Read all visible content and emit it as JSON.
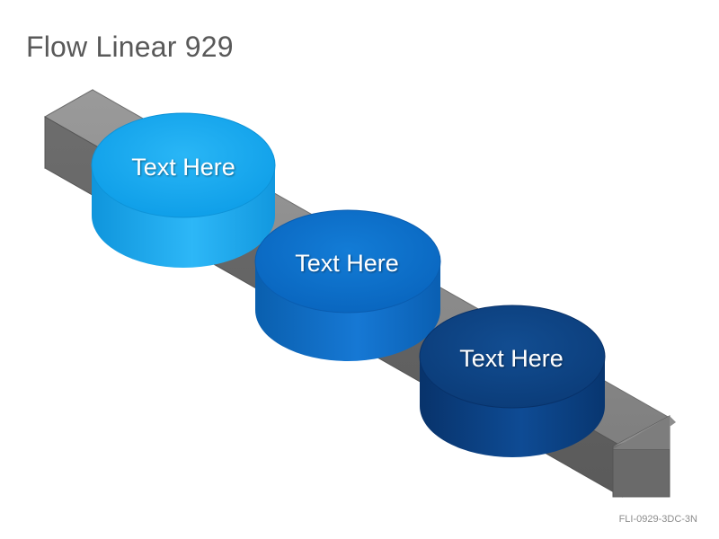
{
  "title": "Flow Linear 929",
  "code": "FLI-0929-3DC-3N",
  "steps": [
    {
      "label": "Text Here",
      "color": "#11a7ef"
    },
    {
      "label": "Text Here",
      "color": "#0b6fc8"
    },
    {
      "label": "Text Here",
      "color": "#0a3f80"
    }
  ],
  "arrow_color": "#7a7a7a"
}
